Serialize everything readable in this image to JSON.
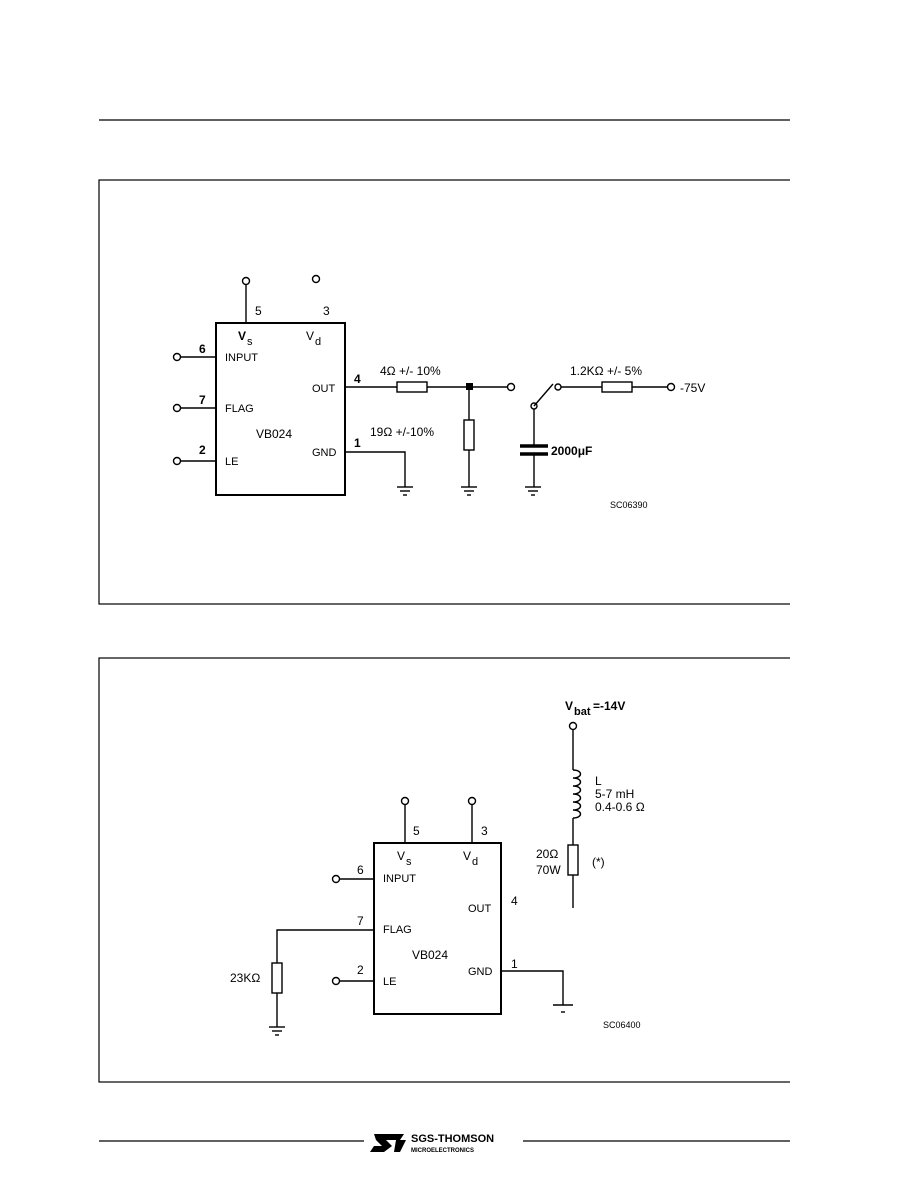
{
  "diagram1": {
    "chip_name": "VB024",
    "vs_main": "V",
    "vs_sub": "s",
    "vd_main": "V",
    "vd_sub": "d",
    "pin_vs": "5",
    "pin_vd": "3",
    "pin_input": "6",
    "label_input": "INPUT",
    "pin_flag": "7",
    "label_flag": "FLAG",
    "pin_le": "2",
    "label_le": "LE",
    "pin_out": "4",
    "label_out": "OUT",
    "pin_gnd": "1",
    "label_gnd": "GND",
    "r1_label": "4Ω +/- 10%",
    "r2_label": "19Ω +/-10%",
    "cap_label": "2000μF",
    "r3_label": "1.2KΩ +/- 5%",
    "supply_label": "-75V",
    "code": "SC06390"
  },
  "diagram2": {
    "chip_name": "VB024",
    "vs_main": "V",
    "vs_sub": "s",
    "vd_main": "V",
    "vd_sub": "d",
    "pin_vs": "5",
    "pin_vd": "3",
    "pin_input": "6",
    "label_input": "INPUT",
    "pin_flag": "7",
    "label_flag": "FLAG",
    "pin_le": "2",
    "label_le": "LE",
    "pin_out": "4",
    "label_out": "OUT",
    "pin_gnd": "1",
    "label_gnd": "GND",
    "flag_resistor": "23KΩ",
    "vbat_main": "V",
    "vbat_sub": "bat",
    "vbat_value": "=-14V",
    "ind_name": "L",
    "ind_value": "5-7 mH",
    "ind_resistance": "0.4-0.6 Ω",
    "load_r": "20Ω",
    "load_w": "70W",
    "note": "(*)",
    "code": "SC06400"
  },
  "footer": {
    "brand": "SGS-THOMSON",
    "sub": "MICROELECTRONICS"
  }
}
